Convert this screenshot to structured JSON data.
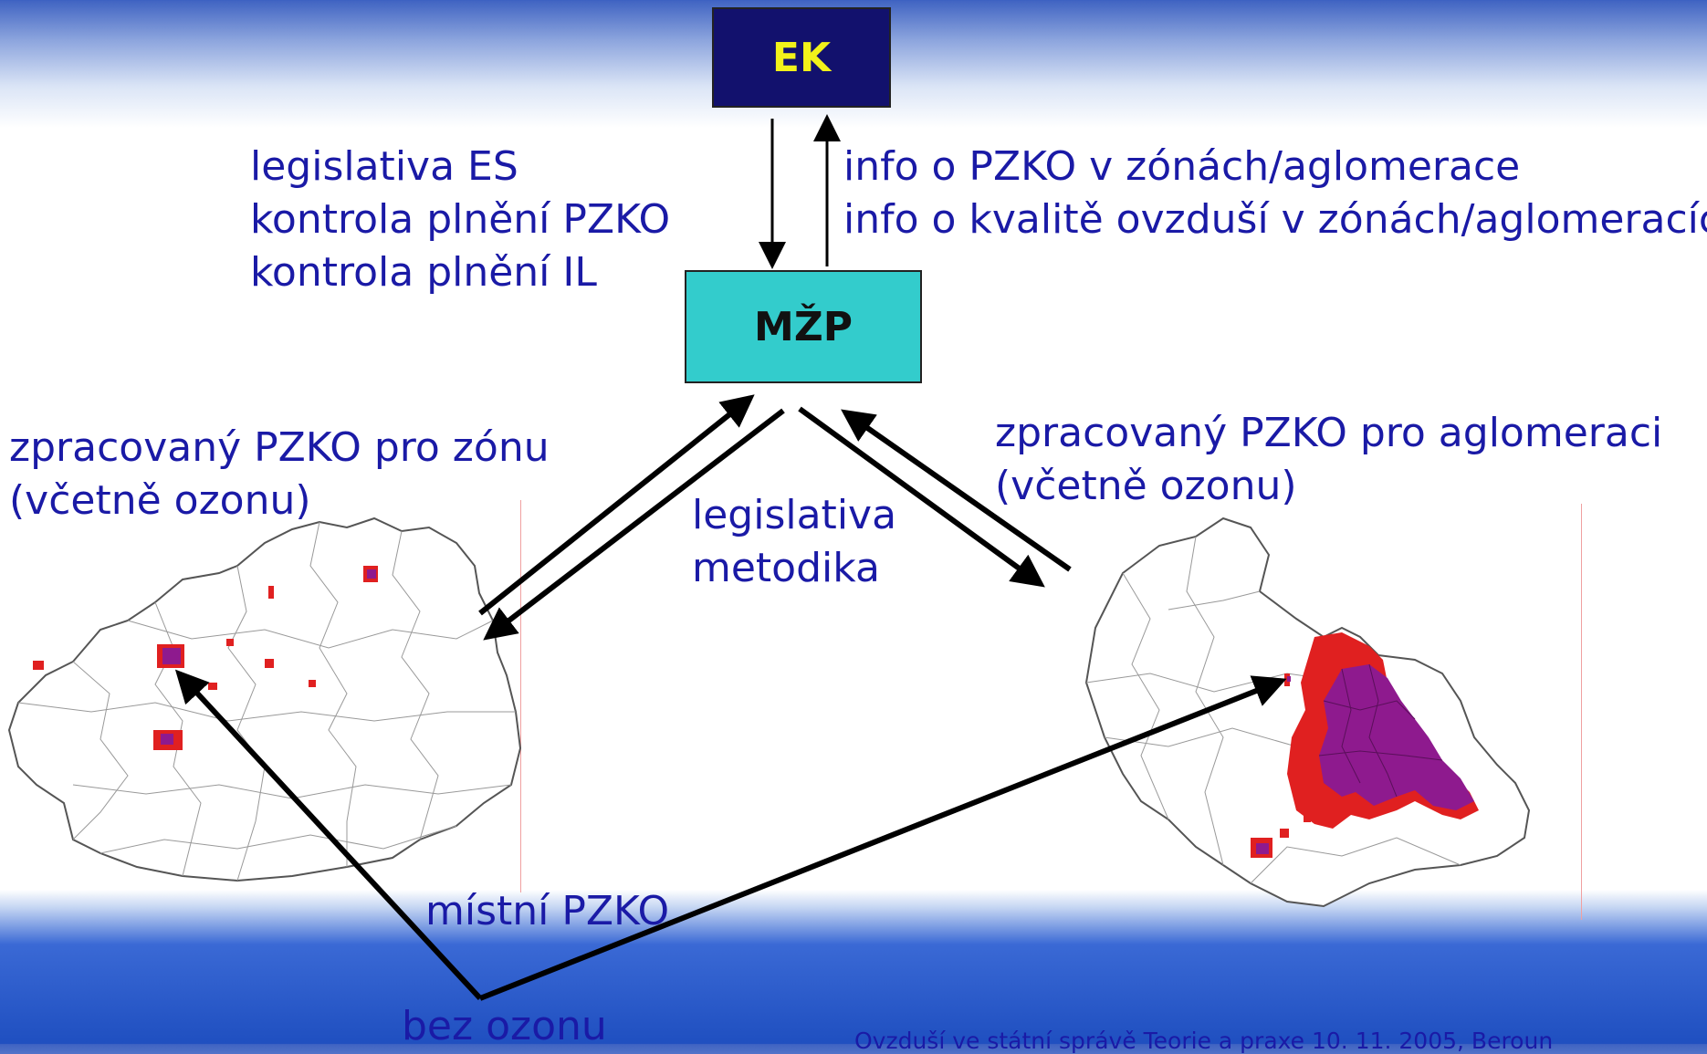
{
  "nodes": {
    "ek": "EK",
    "mzp": "MŽP"
  },
  "left_texts": [
    "legislativa ES",
    "kontrola plnění PZKO",
    "kontrola plnění IL"
  ],
  "right_texts": [
    "info o PZKO v zónách/aglomerace",
    "info o kvalitě ovzduší v zónách/aglomeracích"
  ],
  "middle_texts": [
    "legislativa",
    "metodika"
  ],
  "zone_label": [
    "zpracovaný PZKO pro zónu",
    "(včetně ozonu)"
  ],
  "agglomeration_label": [
    "zpracovaný PZKO pro aglomeraci",
    "(včetně ozonu)"
  ],
  "local_label": "místní PZKO",
  "without_ozone_label": "bez ozonu",
  "footer": "Ovzduší ve státní správě Teorie a praxe 10. 11. 2005, Beroun",
  "colors": {
    "ek_fill": "#12116d",
    "ek_text": "#f2f21a",
    "mzp_fill": "#33cccc",
    "text": "#1a1aa6",
    "map_red": "#e02020",
    "map_purple": "#8e1a8e"
  }
}
